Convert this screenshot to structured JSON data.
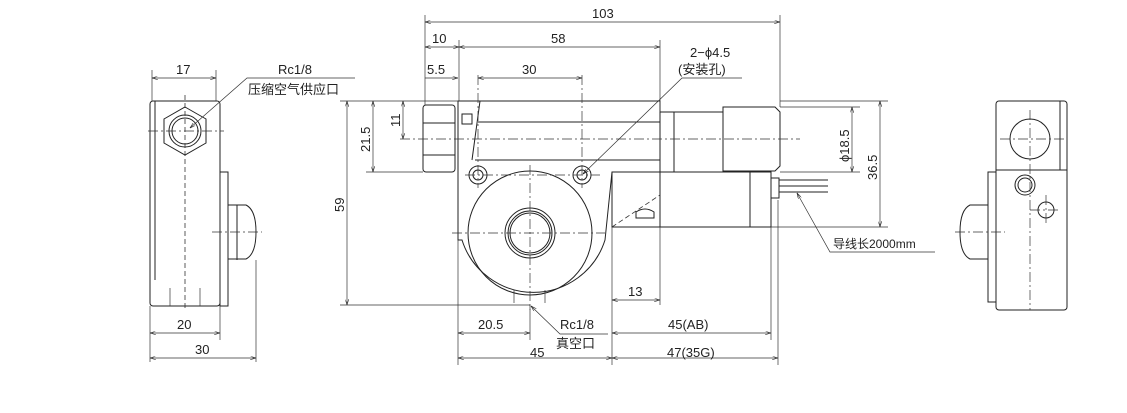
{
  "dimensions": {
    "overall_length": "103",
    "offset_10": "10",
    "hole_span_58": "58",
    "offset_5_5": "5.5",
    "hole_pitch_30": "30",
    "height_21_5": "21.5",
    "height_11": "11",
    "height_59": "59",
    "diameter_18_5": "ϕ18.5",
    "height_36_5": "36.5",
    "width_13": "13",
    "width_20_5": "20.5",
    "width_45": "45",
    "width_45ab": "45(AB)",
    "width_47_35g": "47(35G)",
    "side_17": "17",
    "side_20": "20",
    "side_30": "30"
  },
  "labels": {
    "supply_port_thread": "Rc1/8",
    "supply_port_name": "压缩空气供应口",
    "mount_holes": "2−ϕ4.5",
    "mount_holes_name": "(安装孔)",
    "vacuum_port_thread": "Rc1/8",
    "vacuum_port_name": "真空口",
    "lead_length": "导线长2000mm"
  }
}
